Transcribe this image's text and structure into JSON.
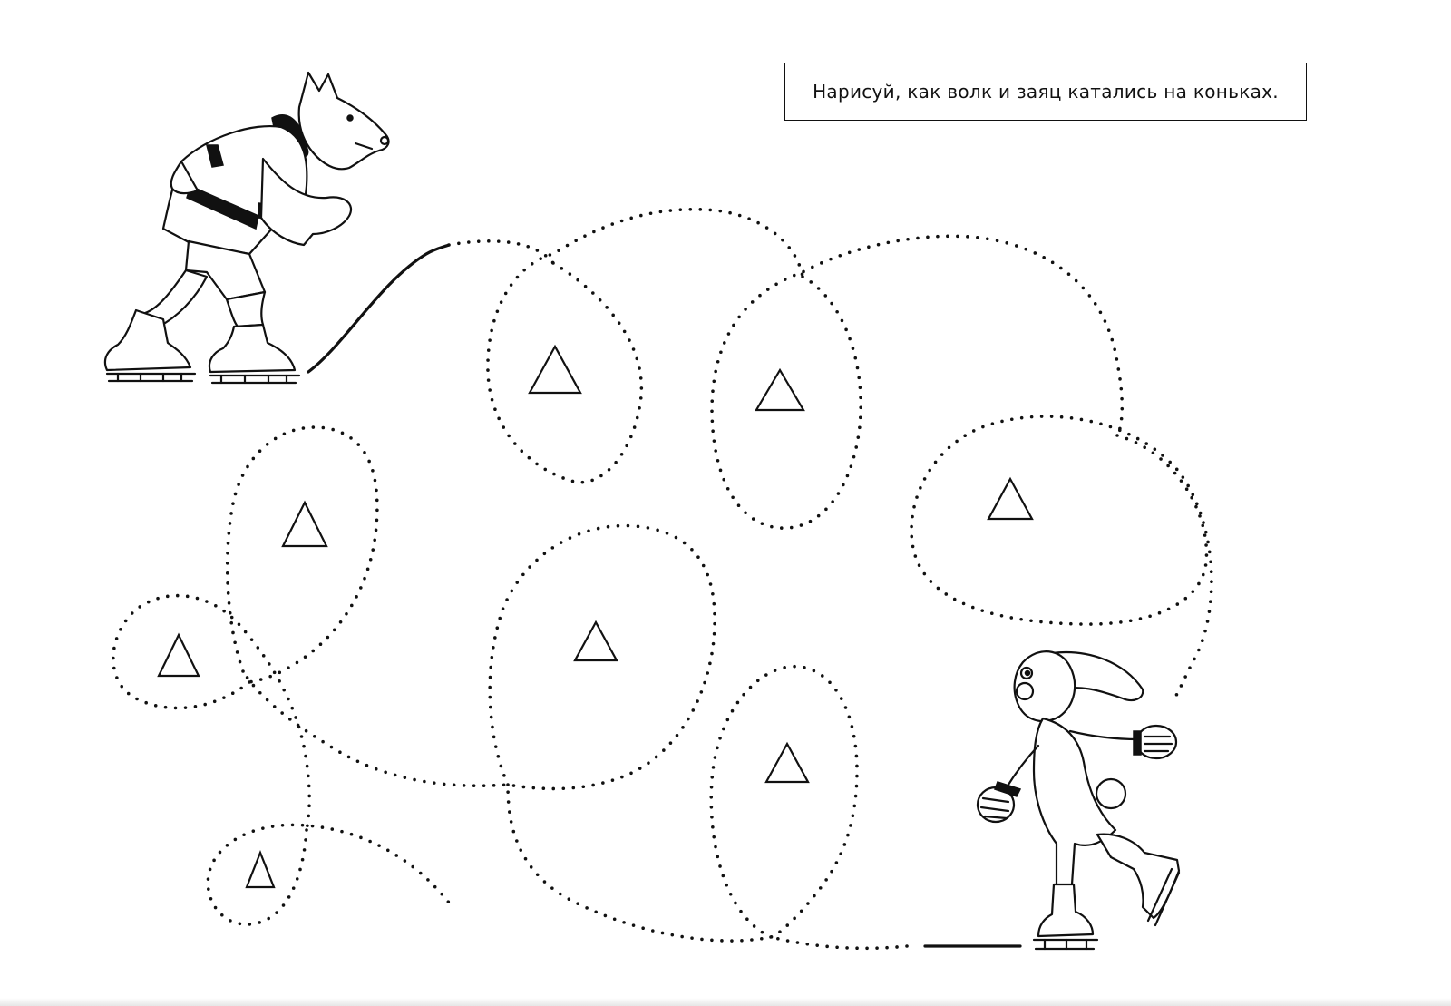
{
  "worksheet": {
    "instruction": "Нарисуй, как волк и заяц катались на коньках.",
    "ink_color": "#111111",
    "paper_color": "#ffffff",
    "illustrations": {
      "left_character": "wolf-on-skates",
      "right_character": "hare-on-skates",
      "obstacle_marker": "triangle-outline"
    }
  }
}
